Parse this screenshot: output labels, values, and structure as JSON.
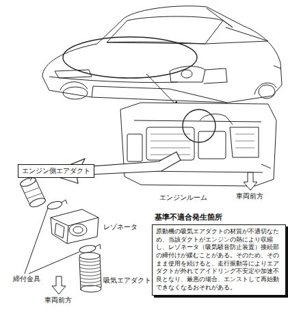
{
  "diagram": {
    "nodes": [
      {
        "text": [
          "エンジン側エアダクト"
        ]
      },
      {
        "text": [
          "基準不適合発生箇所",
          "原動機の吸気エアダクトの材質が不適切なため、当該ダクトがエンジンの熱により収縮し、レゾネータ（吸気騒音防止装置）接続部の締付けが緩むことがある。そのため、そのまま使用を続けると、走行振動等によりエアダクトが外れてアイドリング不安定や加速不良となり、最悪の場合、エンストして再始動できなくなるおそれがある。"
        ]
      }
    ],
    "labels": [
      "エンジンルーム",
      "車両前方",
      "レゾネータ",
      "締付金具",
      "吸気エアダクト",
      "車両前方"
    ]
  }
}
